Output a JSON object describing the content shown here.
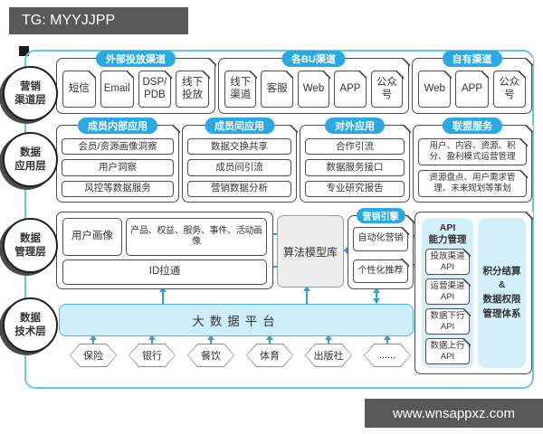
{
  "watermarks": {
    "top": "TG: MYYJJPP",
    "bottom": "www.wnsappxz.com"
  },
  "layers": [
    {
      "label": "营销\n渠道层"
    },
    {
      "label": "数据\n应用层"
    },
    {
      "label": "数据\n管理层"
    },
    {
      "label": "数据\n技术层"
    }
  ],
  "channel_groups": [
    {
      "title": "外部投放渠道",
      "items": [
        "短信",
        "Email",
        "DSP/\nPDB",
        "线下\n投放"
      ]
    },
    {
      "title": "各BU渠道",
      "items": [
        "线下\n渠道",
        "客服",
        "Web",
        "APP",
        "公众号"
      ]
    },
    {
      "title": "自有渠道",
      "items": [
        "Web",
        "APP",
        "公众号"
      ]
    }
  ],
  "app_groups": [
    {
      "title": "成员内部应用",
      "items": [
        "会员/资源画像洞察",
        "用户洞察",
        "风控等数据服务"
      ]
    },
    {
      "title": "成员间应用",
      "items": [
        "数据交换共享",
        "成员间引流",
        "营销数据分析"
      ]
    },
    {
      "title": "对外应用",
      "items": [
        "合作引流",
        "数据服务接口",
        "专业研究报告"
      ]
    },
    {
      "title": "联盟服务",
      "items": [
        "用户、内容、资源、积分、盈利模式运营管理",
        "资源盘点、用户需求管理、未来规划等策划"
      ]
    }
  ],
  "management": {
    "user_profile": "用户画像",
    "entity_profile": "产品、权益、服务、事件、活动画像",
    "id_mapping": "ID拉通",
    "algorithm_library": "算法模型库",
    "marketing_engine": {
      "title": "营销引擎",
      "items": [
        "自动化营销",
        "个性化推荐"
      ]
    },
    "api": {
      "title": "API\n能力管理",
      "items": [
        "投放渠道\nAPI",
        "运营渠道\nAPI",
        "数据下行\nAPI",
        "数据上行\nAPI"
      ]
    },
    "settlement": "积分结算\n&\n数据权限\n管理体系"
  },
  "technology": {
    "platform": "大数据平台",
    "sources": [
      "保险",
      "银行",
      "餐饮",
      "体育",
      "出版社",
      "......"
    ]
  },
  "colors": {
    "accent_blue": "#29aae3",
    "frame_cyan": "#62c9ea",
    "connector_blue": "#2fa3d6",
    "light_fill": "#d3effa",
    "platform_fill": "#cdeef8",
    "dark_watermark": "#595959",
    "box_border": "#4d4d4d"
  }
}
